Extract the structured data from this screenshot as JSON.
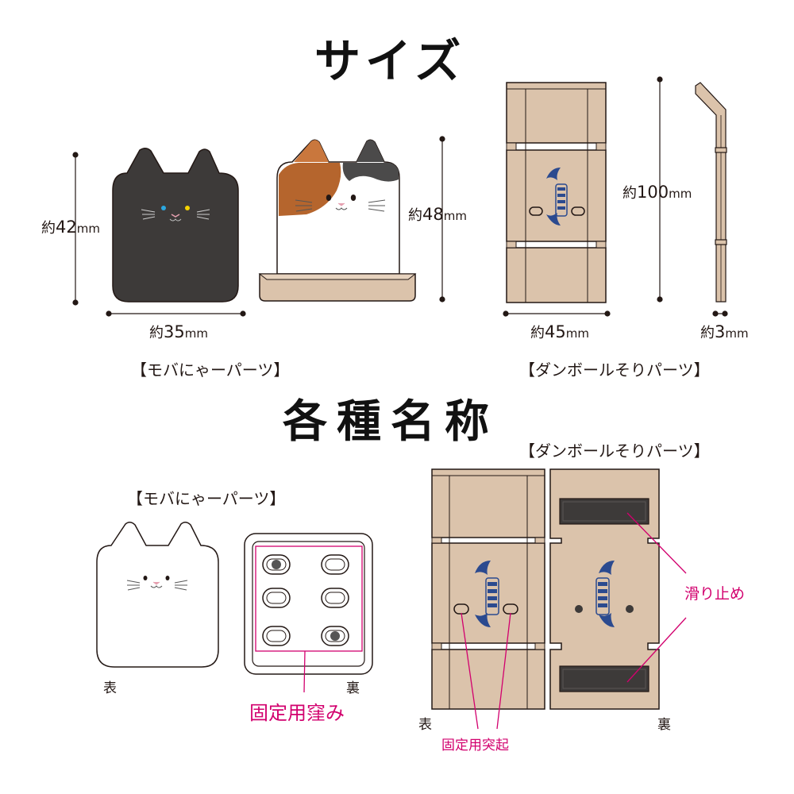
{
  "titles": {
    "size": "サイズ",
    "names": "各種名称"
  },
  "dimensions": {
    "moba_height": {
      "prefix": "約",
      "value": "42",
      "unit": "mm"
    },
    "moba_width": {
      "prefix": "約",
      "value": "35",
      "unit": "mm"
    },
    "moba_stand_height": {
      "prefix": "約",
      "value": "48",
      "unit": "mm"
    },
    "cardboard_height": {
      "prefix": "約",
      "value": "100",
      "unit": "mm"
    },
    "cardboard_width": {
      "prefix": "約",
      "value": "45",
      "unit": "mm"
    },
    "cardboard_thickness": {
      "prefix": "約",
      "value": "3",
      "unit": "mm"
    }
  },
  "section_labels": {
    "moba_parts": "【モバにゃーパーツ】",
    "cardboard_parts": "【ダンボールそりパーツ】"
  },
  "names_section": {
    "moba_parts": "【モバにゃーパーツ】",
    "cardboard_parts": "【ダンボールそりパーツ】",
    "front": "表",
    "back": "裏",
    "moba_recess": "固定用窪み",
    "slip_stopper": "滑り止め",
    "fixing_protrusion": "固定用突起",
    "cardboard_front": "表",
    "cardboard_back": "裏"
  },
  "colors": {
    "cardboard": "#dbc3ab",
    "cat_black": "#3d3a39",
    "accent_pink": "#d2006e",
    "stamp_blue": "#2b4a8f"
  }
}
